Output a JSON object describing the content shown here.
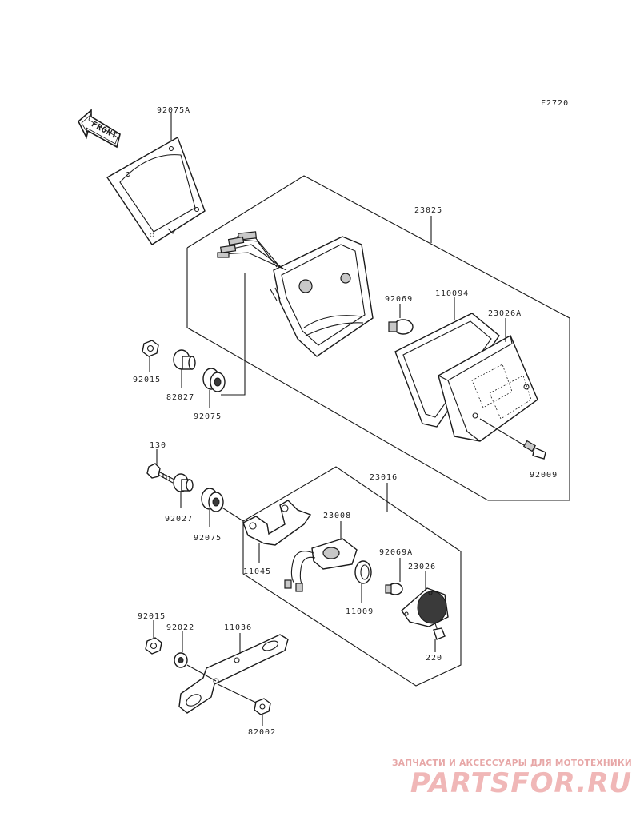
{
  "figure_code": "F2720",
  "front_label": "FRONT",
  "watermark": {
    "tagline": "ЗАПЧАСТИ И АКСЕССУАРЫ ДЛЯ МОТОТЕХНИКИ",
    "logo": "PARTSFOR.RU",
    "color": "#f0b7b7"
  },
  "parts": {
    "p92075A": "92075A",
    "p23025": "23025",
    "p92069": "92069",
    "p110094": "110094",
    "p23026A": "23026A",
    "p92015_top": "92015",
    "p82027_top": "82027",
    "p92075_top": "92075",
    "p92009": "92009",
    "p130": "130",
    "p92027": "92027",
    "p92075_mid": "92075",
    "p23016": "23016",
    "p23008": "23008",
    "p92069A": "92069A",
    "p23026": "23026",
    "p11045": "11045",
    "p11009": "11009",
    "p220": "220",
    "p92015_bot": "92015",
    "p92022": "92022",
    "p11036": "11036",
    "p82002": "82002"
  }
}
